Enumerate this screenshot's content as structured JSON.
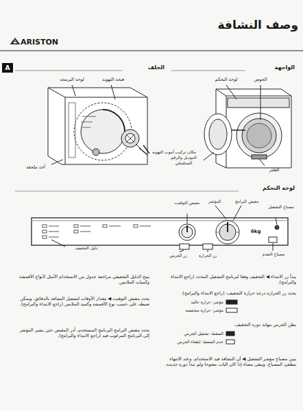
{
  "diagram": {
    "title": "وصف النشافة",
    "nodes": [
      {
        "text": [
          "A"
        ]
      }
    ],
    "labels": [
      "ARISTON",
      "الخلف",
      "الواجهة",
      "لوحة البرمجة",
      "فتحة التهوية",
      "مكان تركيب أنبوب التهوية",
      "أخذ ملحقة",
      "لوحة التحكم",
      "الحوض",
      "الموديل والرقم التسلسلي",
      "الفلتر",
      "لوحة التحكم",
      "مقبض التوقيت",
      "المؤشر",
      "مقبض البرامج",
      "مصباح التشغيل",
      "دليل التجفيف",
      "زر الجرس",
      "زر الحرارة",
      "مصباح التقدم",
      "6kg",
      "يبدأ زر الابتداء ◀ التجفيف وفقا لبرنامج التشغيل المحدد (راجع الابتداء والبرامج).",
      "يحدد زر الحرارة درجة حرارة التجفيف: (راجع الابتداء والبرامج).",
      "مؤشر: حرارة عالية",
      "مؤشر: حرارة منخفضة",
      "يطن الجرس بنهاية دورة التجفيف.",
      "الضغط: تشغيل الجرس",
      "عدم الضغط: إطفاء الجرس",
      "يبين مصباح مؤشر التشغيل ◀ أن النشافة قيد الاستخدام، وعند الانتهاء ينطفئ المصباح، ويبقى مضاء إذا كان الباب مفتوحا ولم تبدأ دورة جديدة.",
      "يتيح الدليل التجفيفي مراجعة جدول من الاستخدام الأمثل لأنواع الأقمشة وكميات الملابس.",
      "يحدد مقبض التوقيت ◀ مقدار الأوقات لتشغيل النشافة بالدقائق، ويمكن ضبطه على حسب نوع الأقمشة وكمية الملابس (راجع الابتداء والبرامج).",
      "يحدد مقبض البرامج البرنامج المستخدم، أدر المقبض حتى يشير المؤشر إلى البرنامج المرغوب فيه (راجع الابتداء والبرامج)."
    ]
  }
}
